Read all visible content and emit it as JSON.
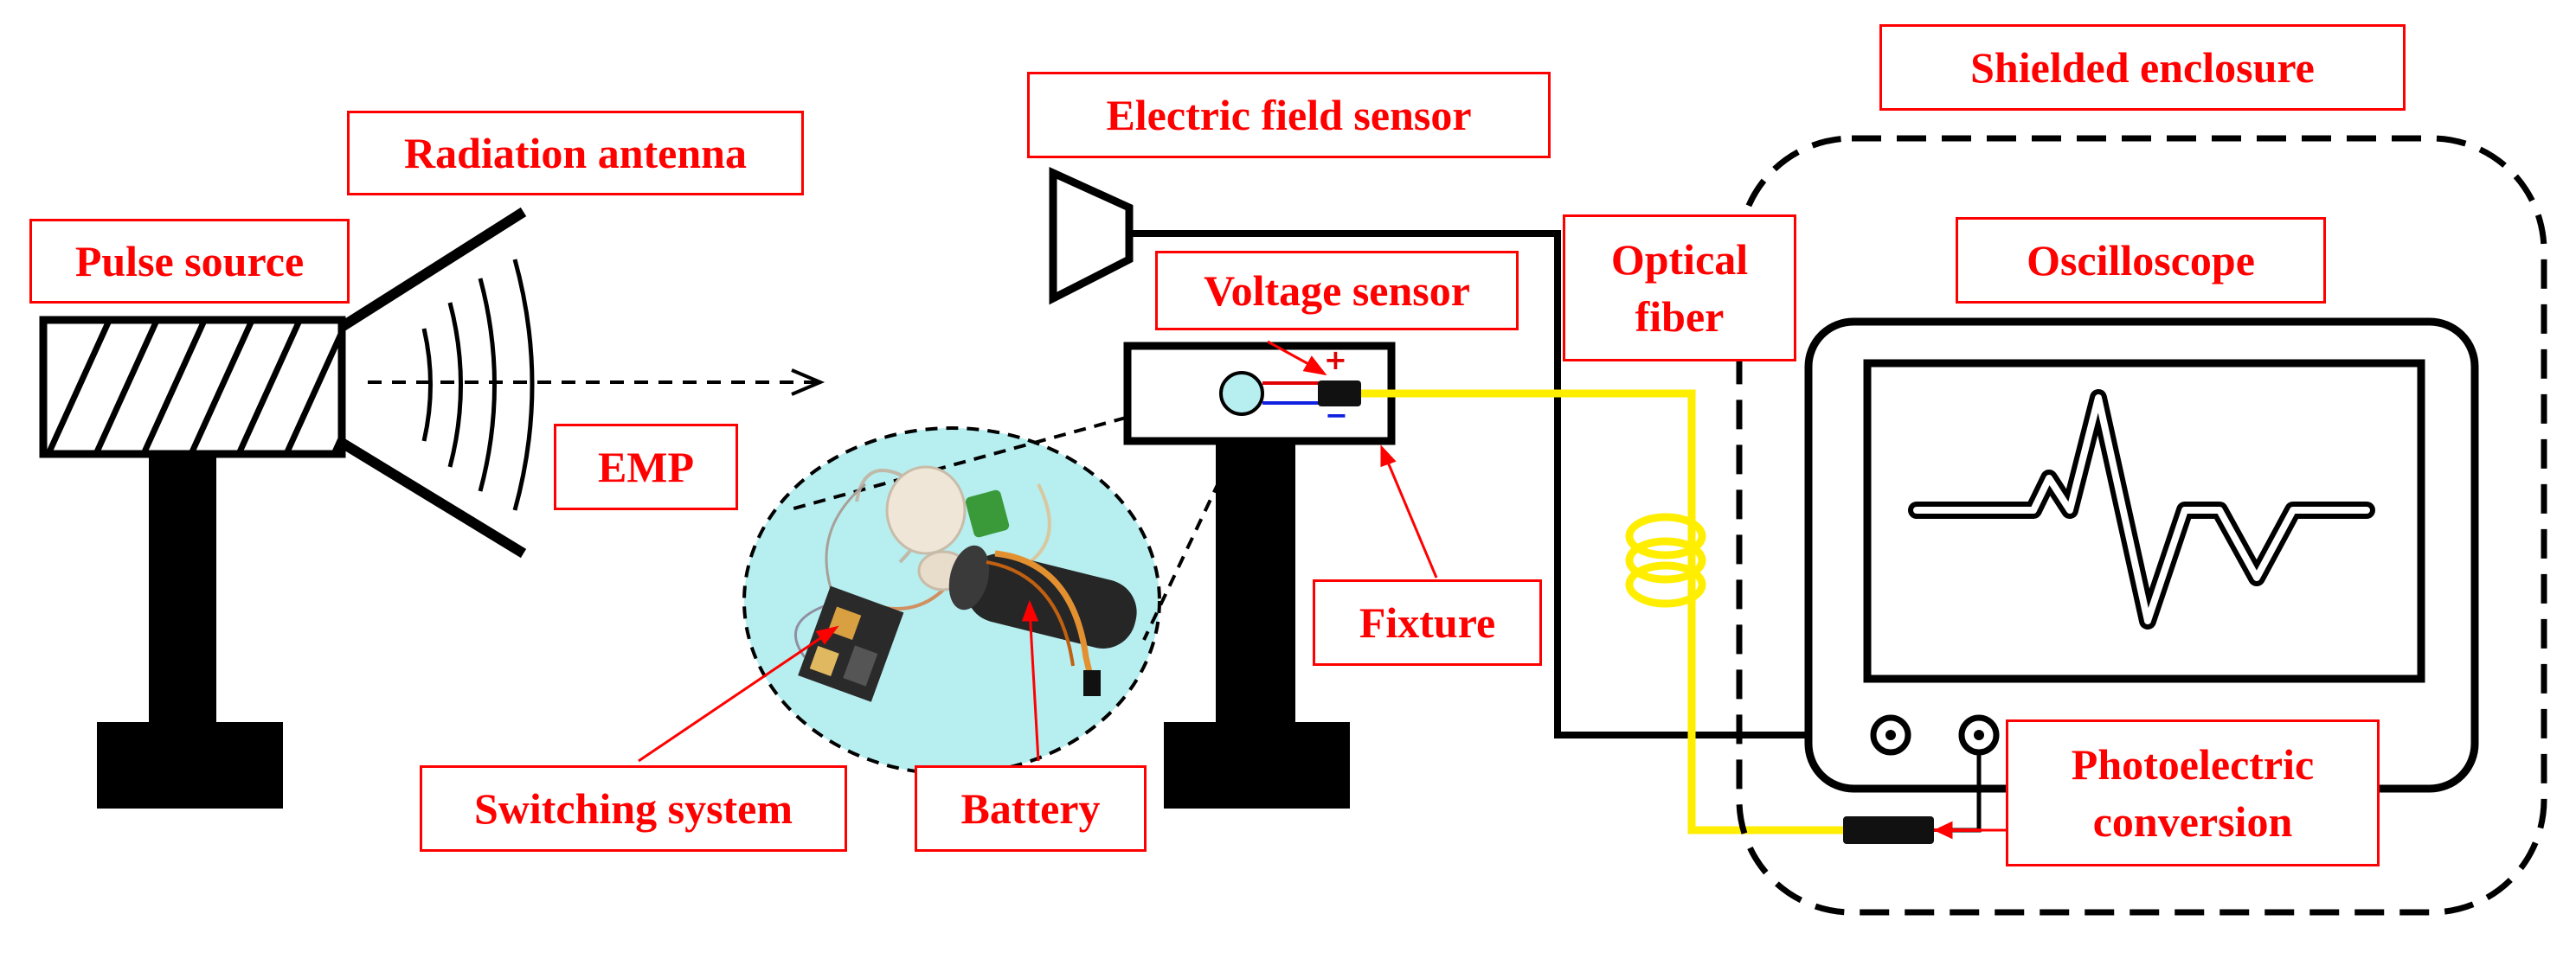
{
  "diagram": {
    "labels": {
      "pulse_source": "Pulse source",
      "radiation_antenna": "Radiation antenna",
      "emp": "EMP",
      "electric_field_sensor": "Electric field sensor",
      "voltage_sensor": "Voltage sensor",
      "fixture": "Fixture",
      "switching_system": "Switching system",
      "battery": "Battery",
      "optical_fiber_line1": "Optical",
      "optical_fiber_line2": "fiber",
      "shielded_enclosure": "Shielded enclosure",
      "oscilloscope": "Oscilloscope",
      "photoelectric_line1": "Photoelectric",
      "photoelectric_line2": "conversion"
    },
    "polarity": {
      "plus": "+",
      "minus": "−"
    },
    "colors": {
      "label_red": "#ff0000",
      "fiber_yellow": "#ffee00",
      "inset_cyan": "#b7eef0",
      "stroke_black": "#000000"
    }
  }
}
